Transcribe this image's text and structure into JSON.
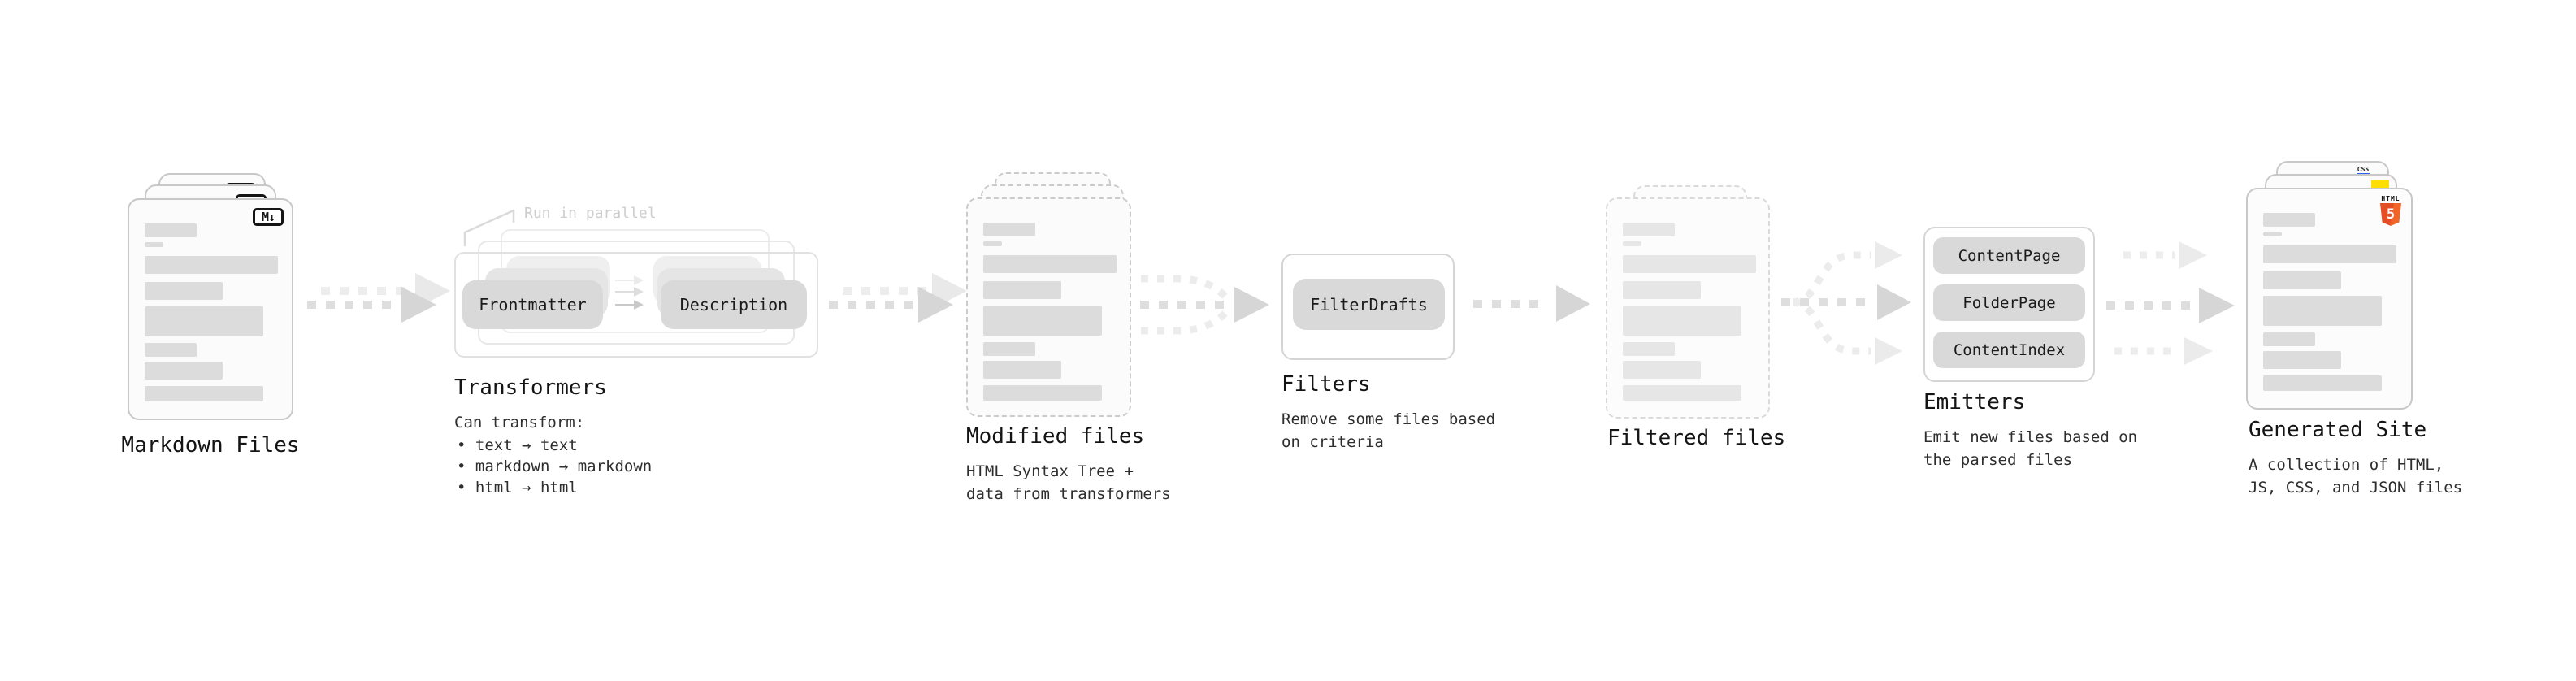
{
  "stages": {
    "markdown": {
      "label": "Markdown Files",
      "badge": "M↓"
    },
    "transformers": {
      "label": "Transformers",
      "annotation": "Run in parallel",
      "node_frontmatter": "Frontmatter",
      "node_description": "Description",
      "desc": "Can transform:",
      "bullets": [
        "• text → text",
        "• markdown → markdown",
        "• html → html"
      ]
    },
    "modified": {
      "label": "Modified files",
      "desc": "HTML Syntax Tree +\ndata from transformers"
    },
    "filters": {
      "label": "Filters",
      "desc": "Remove some files based\non criteria",
      "node": "FilterDrafts"
    },
    "filtered": {
      "label": "Filtered files"
    },
    "emitters": {
      "label": "Emitters",
      "desc": "Emit new files based on\nthe parsed files",
      "nodes": [
        "ContentPage",
        "FolderPage",
        "ContentIndex"
      ]
    },
    "generated": {
      "label": "Generated Site",
      "desc": "A collection of HTML,\nJS, CSS, and JSON files",
      "badges": {
        "html_text": "HTML",
        "html_digit": "5",
        "css_text": "CSS"
      }
    }
  },
  "colors": {
    "html5_orange_dark": "#E44D26",
    "html5_orange_light": "#F16529",
    "js_yellow": "#FFDE00",
    "css_blue": "#2B63EA"
  }
}
